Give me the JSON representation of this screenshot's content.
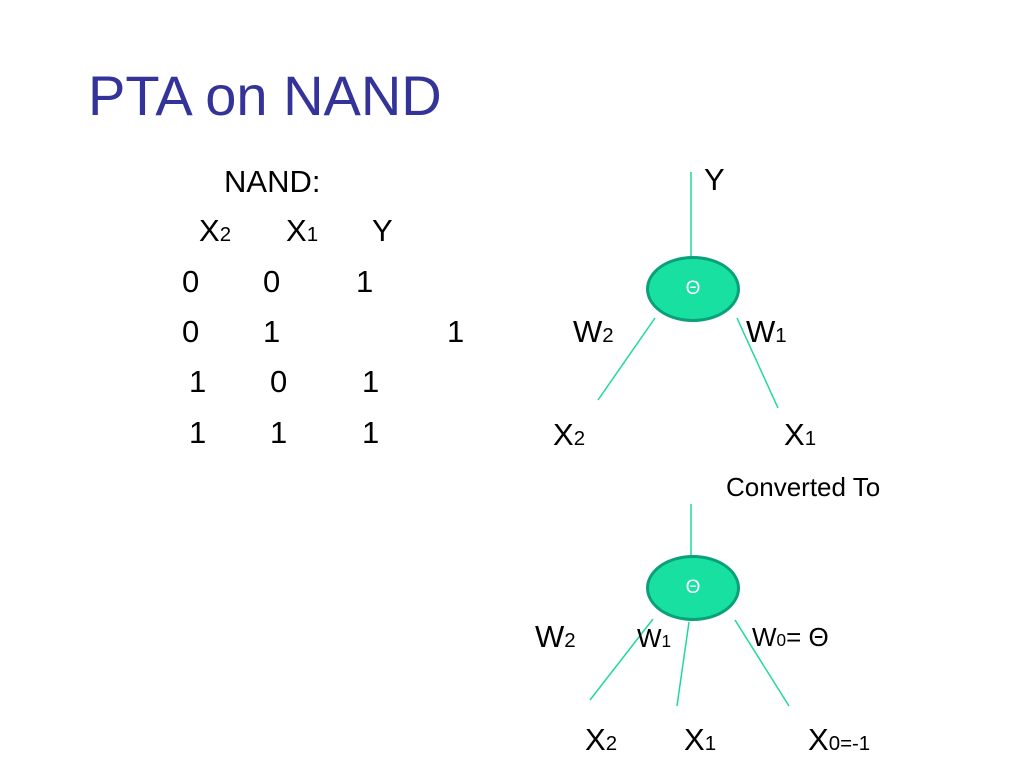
{
  "slide": {
    "title": "PTA on NAND",
    "table": {
      "caption": "NAND:",
      "headers": [
        {
          "base": "X",
          "sub": "2"
        },
        {
          "base": "X",
          "sub": "1"
        },
        {
          "base": "Y",
          "sub": ""
        }
      ],
      "rows": [
        [
          "0",
          "0",
          "1"
        ],
        [
          "0",
          "1",
          "1"
        ],
        [
          "1",
          "0",
          "1"
        ],
        [
          "1",
          "1",
          "1"
        ]
      ]
    },
    "diagram1": {
      "output": "Y",
      "node_symbol": "Θ",
      "weights": [
        {
          "base": "W",
          "sub": "2"
        },
        {
          "base": "W",
          "sub": "1"
        }
      ],
      "inputs": [
        {
          "base": "X",
          "sub": "2"
        },
        {
          "base": "X",
          "sub": "1"
        }
      ]
    },
    "transition": "Converted To",
    "diagram2": {
      "node_symbol": "Θ",
      "weights": [
        {
          "base": "W",
          "sub": "2",
          "tail": ""
        },
        {
          "base": "W",
          "sub": "1",
          "tail": ""
        },
        {
          "base": "W",
          "sub": "0",
          "tail": "= Θ"
        }
      ],
      "inputs": [
        {
          "base": "X",
          "sub": "2",
          "tail": ""
        },
        {
          "base": "X",
          "sub": "1",
          "tail": ""
        },
        {
          "base": "X",
          "sub": "0",
          "tail": "=-1"
        }
      ]
    },
    "colors": {
      "title": "#333399",
      "node_fill": "#17e0a0",
      "node_border": "#0aa07a",
      "edge": "#20d8a0"
    }
  }
}
